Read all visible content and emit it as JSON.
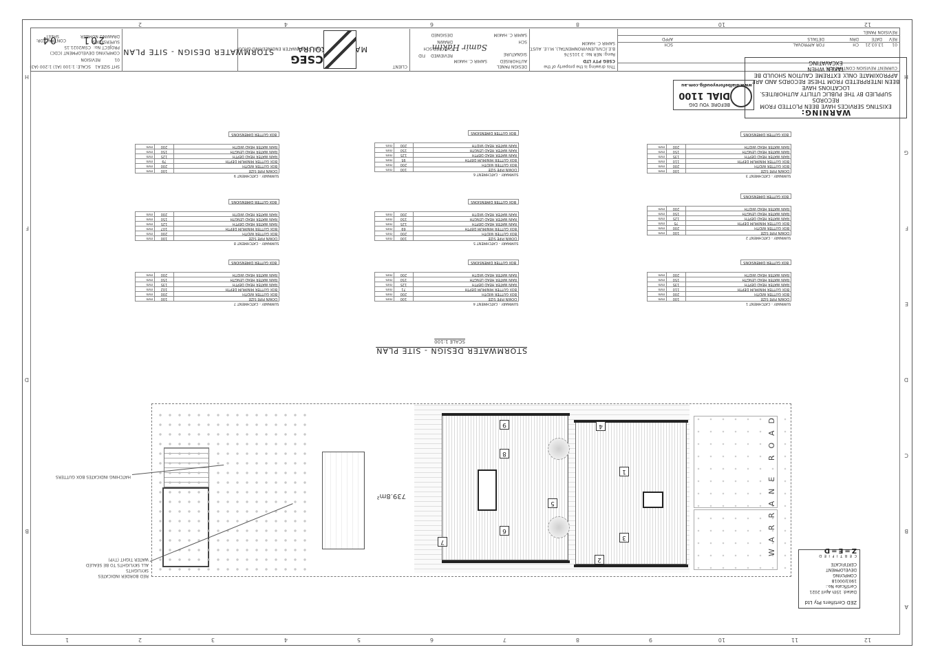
{
  "title_block": {
    "company": "CSEG",
    "company_sub": "CIVIL STORMWATER ENGINEERING GROUP",
    "company_full": "CSEG PTY LTD",
    "contractor_label": "CONTRACTOR:",
    "client_name": "MATHEW KOURA",
    "client_label": "CLIENT",
    "design_panel_label": "DESIGN PANEL",
    "drawing_title": "STORMWATER DESIGN - SITE PLAN",
    "project_no_label": "PROJECT No:",
    "project_no": "CSW2021.15",
    "drawing_number_label": "DRAWING NUMBER",
    "drawing_number": "201",
    "sheet_label": "SHEET",
    "sheet_number": "04",
    "superseded_label": "SUPERSEDES:",
    "revision_label": "REVISION",
    "revision": "01",
    "sheet_size_label": "SHT SIZE",
    "sheet_size": "A1",
    "scale_label": "SCALE: 1:100 (A1) 1:200 (A3)",
    "status": "COMPLYING DEVELOPMENT (CDC)",
    "designed_label": "DESIGNED",
    "designed_by": "SAMIR C. HAKIM",
    "drawn_label": "DRAWN",
    "drawn_by": "SCH",
    "checked_label": "CHECKED",
    "checked_by": "SCH",
    "reviewed_label": "REVIEWED",
    "reviewed_by": "FID",
    "authorised_label": "AUTHORISED",
    "authorised_by": "SAMIR C. HAKIM",
    "signature_label": "SIGNATURE",
    "signature": "Samir Hakim",
    "engineer": "SAMIR C. HAKIM",
    "engineer_quals": "B.E.(CIVIL/ENVIRONMENTAL), M.I.E. AUST.",
    "engineer_reg": "Reng: NER No: 3 101576",
    "copyright": "This drawing is the property of the CSEG PTY LTD and shall not be copied or modified in any way without written authorisation.",
    "revision_panel_label": "REVISION PANEL",
    "rev_header": {
      "rev": "REV",
      "date": "DATE",
      "drn": "DRN",
      "details": "DETAILS",
      "appd": "APPD"
    },
    "rev_row": {
      "rev": "01",
      "date": "13.03.21",
      "drn": "CH",
      "details": "FOR APPROVAL",
      "appd": "SCH"
    },
    "current_revision_label": "CURRENT REVISION CONTRACTOR:"
  },
  "warning": {
    "title": "WARNING:",
    "text1": "EXISTING SERVICES HAVE BEEN PLOTTED FROM RECORDS",
    "text2": "SUPPLIED BY THE PUBLIC UTILITY AUTHORITIES. LOCATIONS HAVE",
    "text3": "BEEN INTERPRETED FROM THESE RECORDS AND ARE",
    "text4": "APPROXIMATE ONLY. EXTREME CAUTION SHOULD BE TAKEN WHEN",
    "text5": "EXCAVATING",
    "dial_line1": "BEFORE YOU DIG",
    "dial_line2": "DIAL 1100",
    "dial_url": "www.dialbeforeyoudig.com.au"
  },
  "plan_title": "STORMWATER DESIGN - SITE PLAN",
  "plan_scale": "SCALE 1:100",
  "catchments": [
    {
      "name": "SUMMARY - CATCHMENT 1",
      "downpipe": "100",
      "gutter_width": "200",
      "gutter_depth": "110",
      "head_depth": "135",
      "head_length": "150",
      "head_width": "200"
    },
    {
      "name": "SUMMARY - CATCHMENT 2",
      "downpipe": "100",
      "gutter_width": "200",
      "gutter_depth": "75",
      "head_depth": "125",
      "head_length": "150",
      "head_width": "200"
    },
    {
      "name": "SUMMARY - CATCHMENT 3",
      "downpipe": "100",
      "gutter_width": "200",
      "gutter_depth": "110",
      "head_depth": "135",
      "head_length": "150",
      "head_width": "200"
    },
    {
      "name": "SUMMARY - CATCHMENT 4",
      "downpipe": "100",
      "gutter_width": "200",
      "gutter_depth": "71",
      "head_depth": "125",
      "head_length": "150",
      "head_width": "200"
    },
    {
      "name": "SUMMARY - CATCHMENT 5",
      "downpipe": "100",
      "gutter_width": "200",
      "gutter_depth": "69",
      "head_depth": "125",
      "head_length": "150",
      "head_width": "200"
    },
    {
      "name": "SUMMARY - CATCHMENT 6",
      "downpipe": "100",
      "gutter_width": "200",
      "gutter_depth": "95",
      "head_depth": "125",
      "head_length": "150",
      "head_width": "200"
    },
    {
      "name": "SUMMARY - CATCHMENT 7",
      "downpipe": "100",
      "gutter_width": "200",
      "gutter_depth": "102",
      "head_depth": "135",
      "head_length": "150",
      "head_width": "200"
    },
    {
      "name": "SUMMARY - CATCHMENT 8",
      "downpipe": "100",
      "gutter_width": "200",
      "gutter_depth": "107",
      "head_depth": "125",
      "head_length": "150",
      "head_width": "200"
    },
    {
      "name": "SUMMARY - CATCHMENT 9",
      "downpipe": "100",
      "gutter_width": "200",
      "gutter_depth": "79",
      "head_depth": "125",
      "head_length": "150",
      "head_width": "200"
    }
  ],
  "catchment_labels": {
    "downpipe": "DOWN PIPE SIZE",
    "gutter_width": "BOX GUTTER WIDTH",
    "gutter_depth": "BOX GUTTER MINIMUM DEPTH",
    "head_depth": "RAIN WATER HEAD DEPTH",
    "head_length": "RAIN WATER HEAD LENGTH",
    "head_width": "RAIN WATER HEAD WIDTH",
    "unit": "mm",
    "box_title": "BOX GUTTER DIMENSIONS"
  },
  "site": {
    "road_name": "WARRANE ROAD",
    "area_label": "739.8m²",
    "roof_numbers": [
      "1",
      "2",
      "3",
      "4",
      "5",
      "6",
      "7",
      "8",
      "9"
    ],
    "callout_hatching": "HATCHING INDICATES BOX GUTTERS",
    "callout_red1": "RED BORDER INDICATES",
    "callout_red2": "SKYLIGHTS",
    "callout_red3": "ALL SKYLIGHTS TO BE SEALED",
    "callout_red4": "WATER TIGHT (TYP)"
  },
  "zed": {
    "logo": "Z=E=D",
    "logo_sub": "C E R T I F I E D",
    "cert_title": "COMPLYING DEVELOPMENT CERTIFICATE",
    "cert_no": "Certificate No.: 1903/00018",
    "cert_date": "Dated: 15th April 2021",
    "certifier": "ZED Certifiers Pty Ltd"
  },
  "grid": {
    "columns": [
      "12",
      "11",
      "10",
      "9",
      "8",
      "7",
      "6",
      "5",
      "4",
      "3",
      "2",
      "1"
    ],
    "rows": [
      "A",
      "B",
      "C",
      "D",
      "E",
      "F",
      "G",
      "H"
    ]
  }
}
